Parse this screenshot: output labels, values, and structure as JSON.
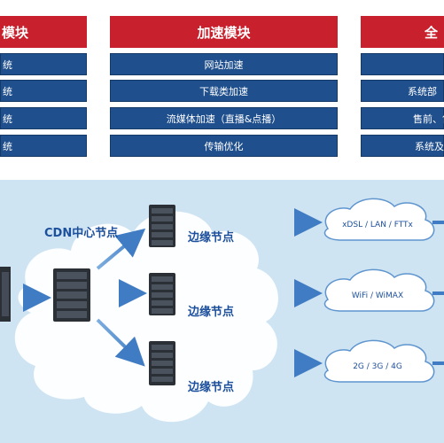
{
  "columns": [
    {
      "header": "模块",
      "rows": [
        "统",
        "统",
        "统",
        "统"
      ]
    },
    {
      "header": "加速模块",
      "rows": [
        "网站加速",
        "下载类加速",
        "流媒体加速（直播&点播）",
        "传输优化"
      ]
    },
    {
      "header": "全",
      "rows": [
        "",
        "系统部",
        "售前、售",
        "系统及"
      ]
    }
  ],
  "diagram": {
    "cdn_center_label": "CDN中心节点",
    "edge_labels": [
      "边缘节点",
      "边缘节点",
      "边缘节点"
    ],
    "access_clouds": [
      "xDSL / LAN / FTTx",
      "WiFi / WiMAX",
      "2G / 3G / 4G"
    ],
    "colors": {
      "header_red": "#c8202c",
      "row_blue": "#1f4f8c",
      "label_blue": "#1c4f9c",
      "arrow_blue": "#4a86c8",
      "background_blue": "#cfe4f2"
    }
  }
}
